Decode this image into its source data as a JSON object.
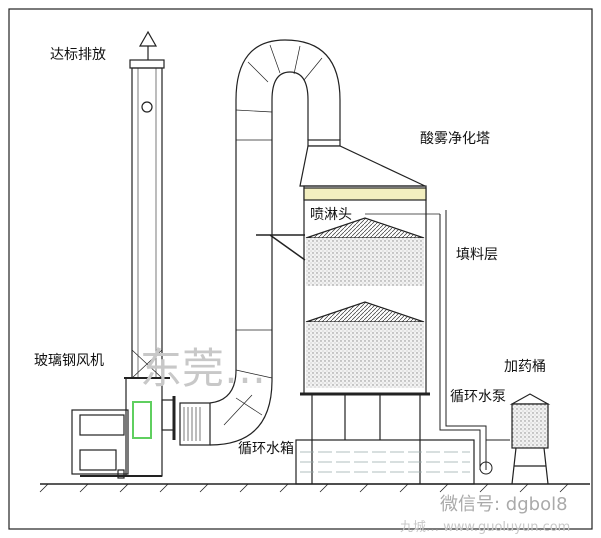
{
  "labels": {
    "discharge": "达标排放",
    "tower": "酸雾净化塔",
    "spray_head": "喷淋头",
    "packing_layer": "填料层",
    "fan": "玻璃钢风机",
    "dosing_tank": "加药桶",
    "circ_pump": "循环水泵",
    "circ_tank": "循环水箱"
  },
  "watermarks": {
    "center": "东莞…",
    "wechat": "微信号: dgbol8",
    "site": "九城… www.guoluyun.com"
  },
  "colors": {
    "line": "#222222",
    "packing": "#e6e6e6",
    "band": "#f3efc0",
    "fan_highlight": "#5fcf5f",
    "water": "#9aa"
  }
}
